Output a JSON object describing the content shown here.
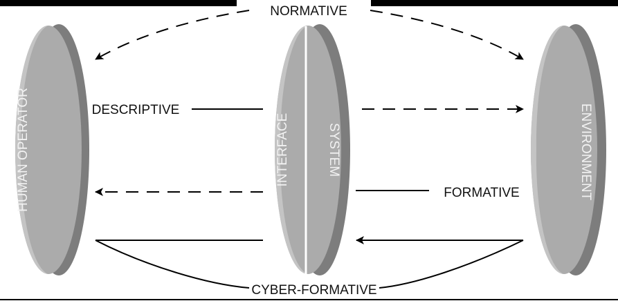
{
  "labels": {
    "normative": "NORMATIVE",
    "descriptive": "DESCRIPTIVE",
    "formative": "FORMATIVE",
    "cyber_formative": "CYBER-FORMATIVE"
  },
  "discs": {
    "human_operator": "HUMAN OPERATOR",
    "interface": "INTERFACE",
    "system": "SYSTEM",
    "environment": "ENVIRONMENT"
  },
  "colors": {
    "disc_face": "#a9a9a9",
    "disc_rim": "#8a8a8a",
    "disc_edge": "#cfcfcf",
    "band": "#000000",
    "line": "#000000"
  }
}
